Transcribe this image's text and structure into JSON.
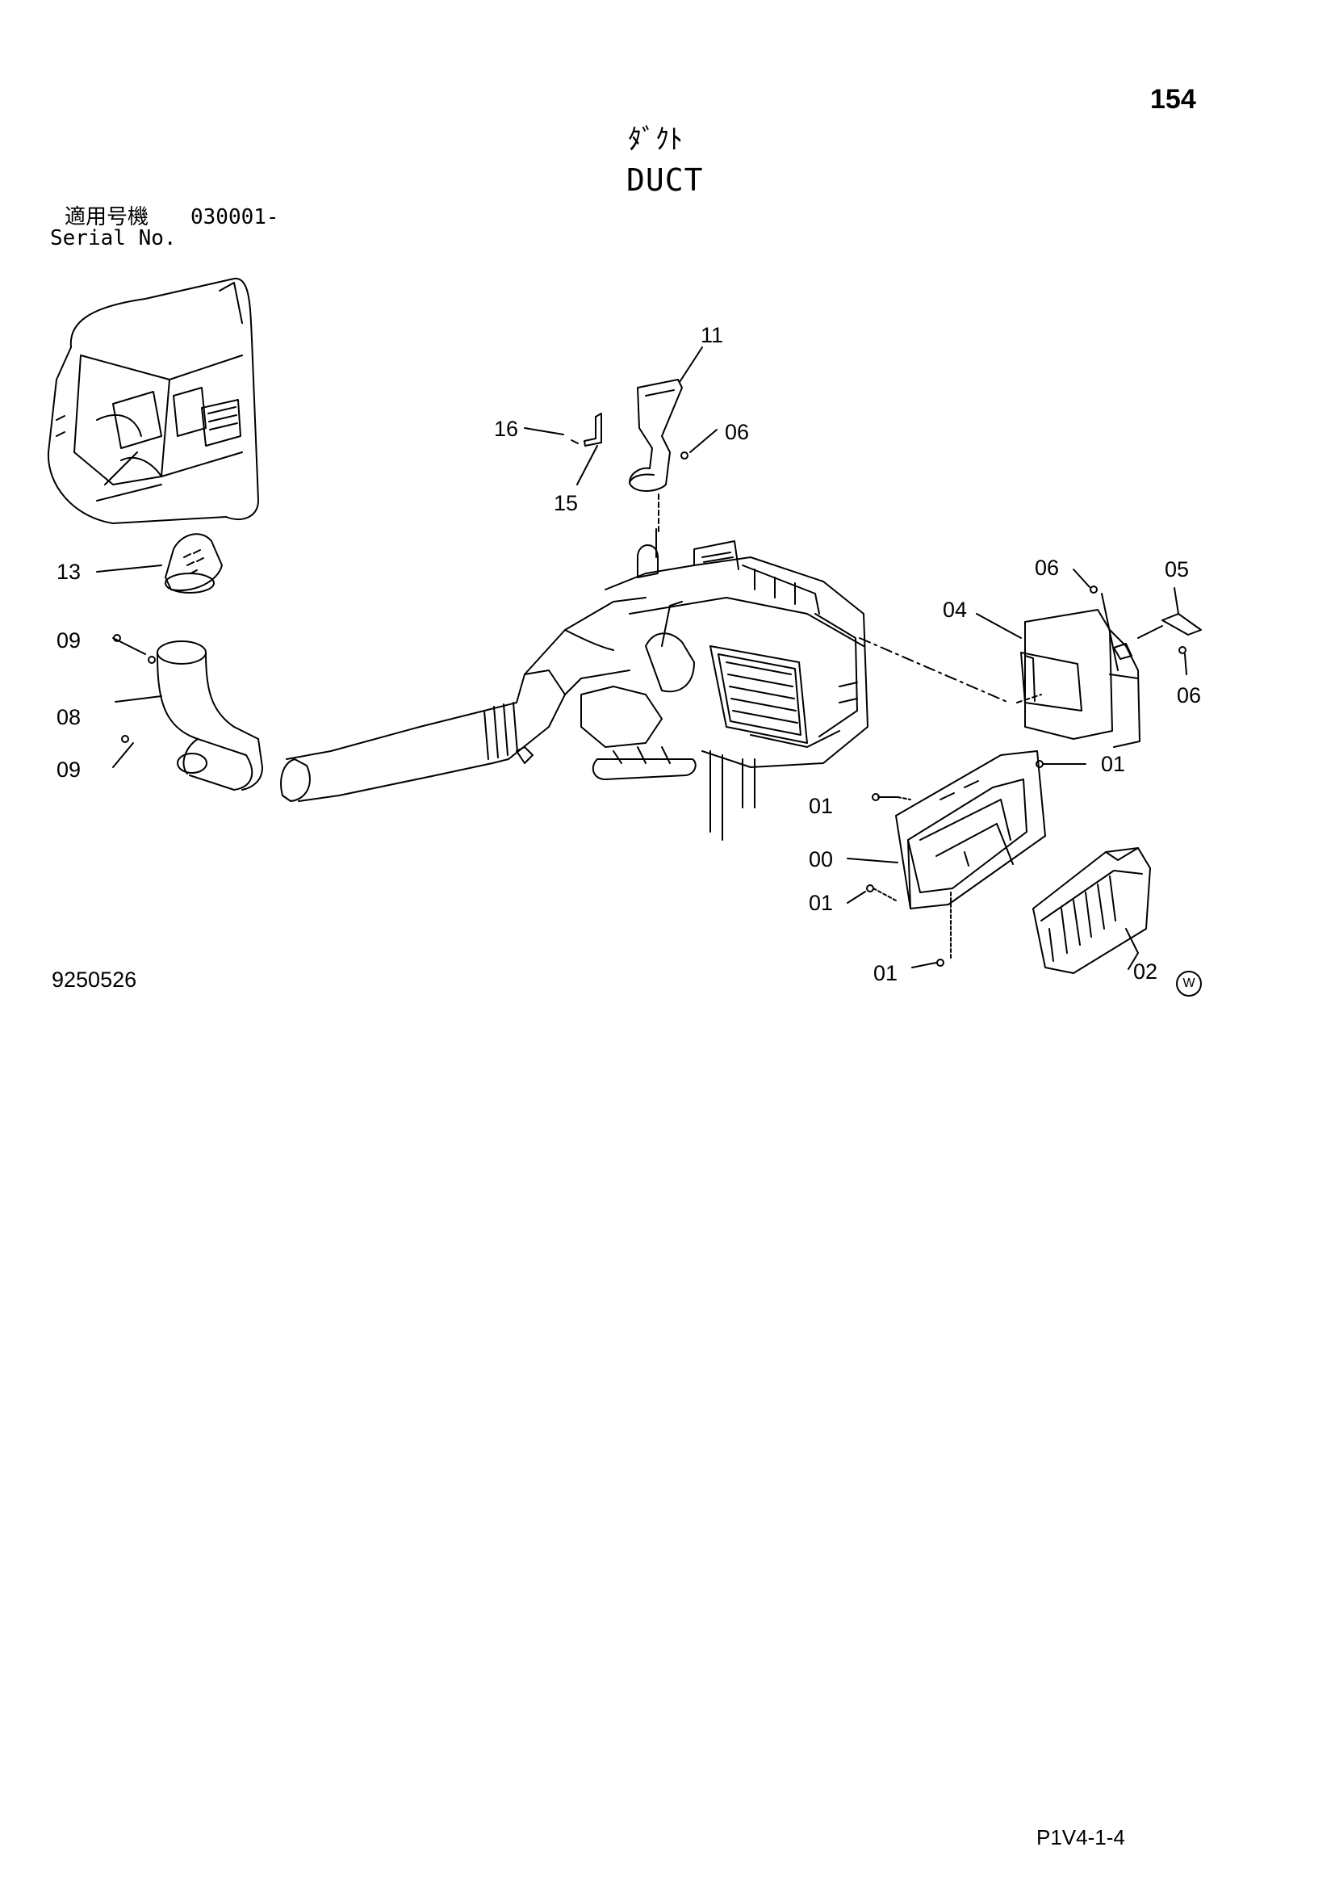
{
  "header": {
    "page_number": "154",
    "title_jp": "ﾀﾞｸﾄ",
    "title_en": "DUCT"
  },
  "serial": {
    "label_jp": "適用号機",
    "value": "030001-",
    "label_en": "Serial No."
  },
  "diagram": {
    "code": "9250526",
    "w_mark": "W",
    "callouts": {
      "c11": "11",
      "c16": "16",
      "c06_top": "06",
      "c15": "15",
      "c13": "13",
      "c09_upper": "09",
      "c08": "08",
      "c09_lower": "09",
      "c06_right": "06",
      "c05": "05",
      "c04": "04",
      "c06_right_lower": "06",
      "c01_right": "01",
      "c01_left_upper": "01",
      "c00": "00",
      "c01_left_lower": "01",
      "c01_bottom": "01",
      "c02": "02"
    }
  },
  "footer": {
    "doc_code": "P1V4-1-4"
  }
}
